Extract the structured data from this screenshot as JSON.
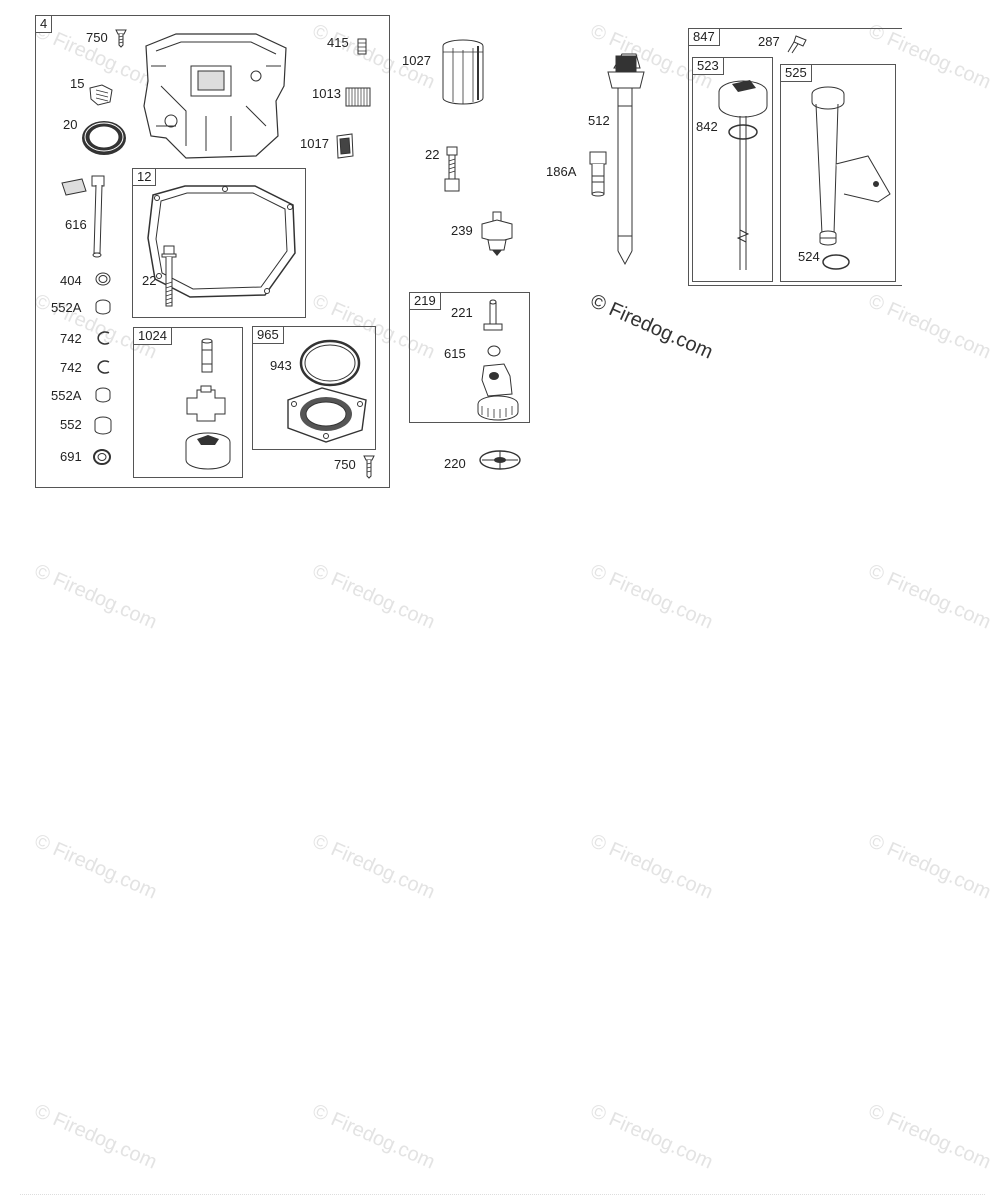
{
  "watermark": {
    "text": "© Firedog.com"
  },
  "boxes": {
    "b4": "4",
    "b12": "12",
    "b1024": "1024",
    "b965": "965",
    "b219": "219",
    "b847": "847",
    "b523": "523",
    "b525": "525"
  },
  "labels": {
    "l750a": "750",
    "l415": "415",
    "l15": "15",
    "l1013": "1013",
    "l20": "20",
    "l1017": "1017",
    "l616": "616",
    "l22a": "22",
    "l404": "404",
    "l552a1": "552A",
    "l742a": "742",
    "l742b": "742",
    "l552a2": "552A",
    "l552": "552",
    "l691": "691",
    "l943": "943",
    "l750b": "750",
    "l1027": "1027",
    "l22b": "22",
    "l239": "239",
    "l221": "221",
    "l615": "615",
    "l220": "220",
    "l512": "512",
    "l186a": "186A",
    "l287": "287",
    "l842": "842",
    "l524": "524"
  }
}
